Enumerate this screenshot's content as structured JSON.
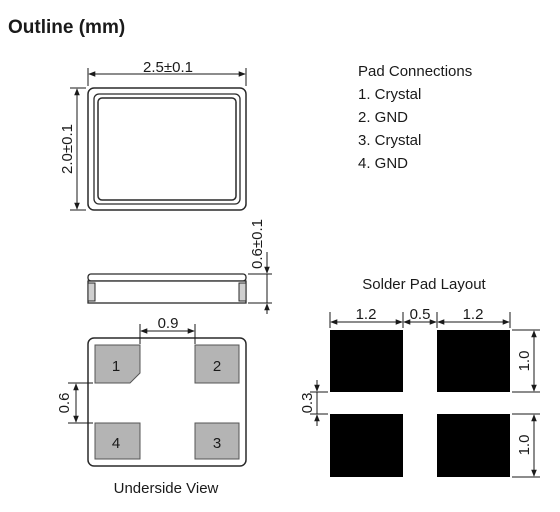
{
  "title": "Outline (mm)",
  "outline": {
    "width": "2.5±0.1",
    "height": "2.0±0.1",
    "thickness": "0.6±0.1"
  },
  "pad_connections": {
    "heading": "Pad Connections",
    "items": [
      "1. Crystal",
      "2. GND",
      "3. Crystal",
      "4. GND"
    ]
  },
  "underside": {
    "caption": "Underside View",
    "pad_spacing": "0.9",
    "pad_gap": "0.6",
    "pads": [
      "1",
      "2",
      "4",
      "3"
    ]
  },
  "solder_pad_layout": {
    "heading": "Solder Pad Layout",
    "pad_width": "1.2",
    "gap_width": "0.5",
    "pad_width_right": "1.2",
    "pad_height_top": "1.0",
    "gap_height": "0.3",
    "pad_height_bottom": "1.0"
  },
  "colors": {
    "pad_fill": "#b4b4b4",
    "solder_fill": "#000000",
    "body_outline": "#2a2a2a"
  }
}
